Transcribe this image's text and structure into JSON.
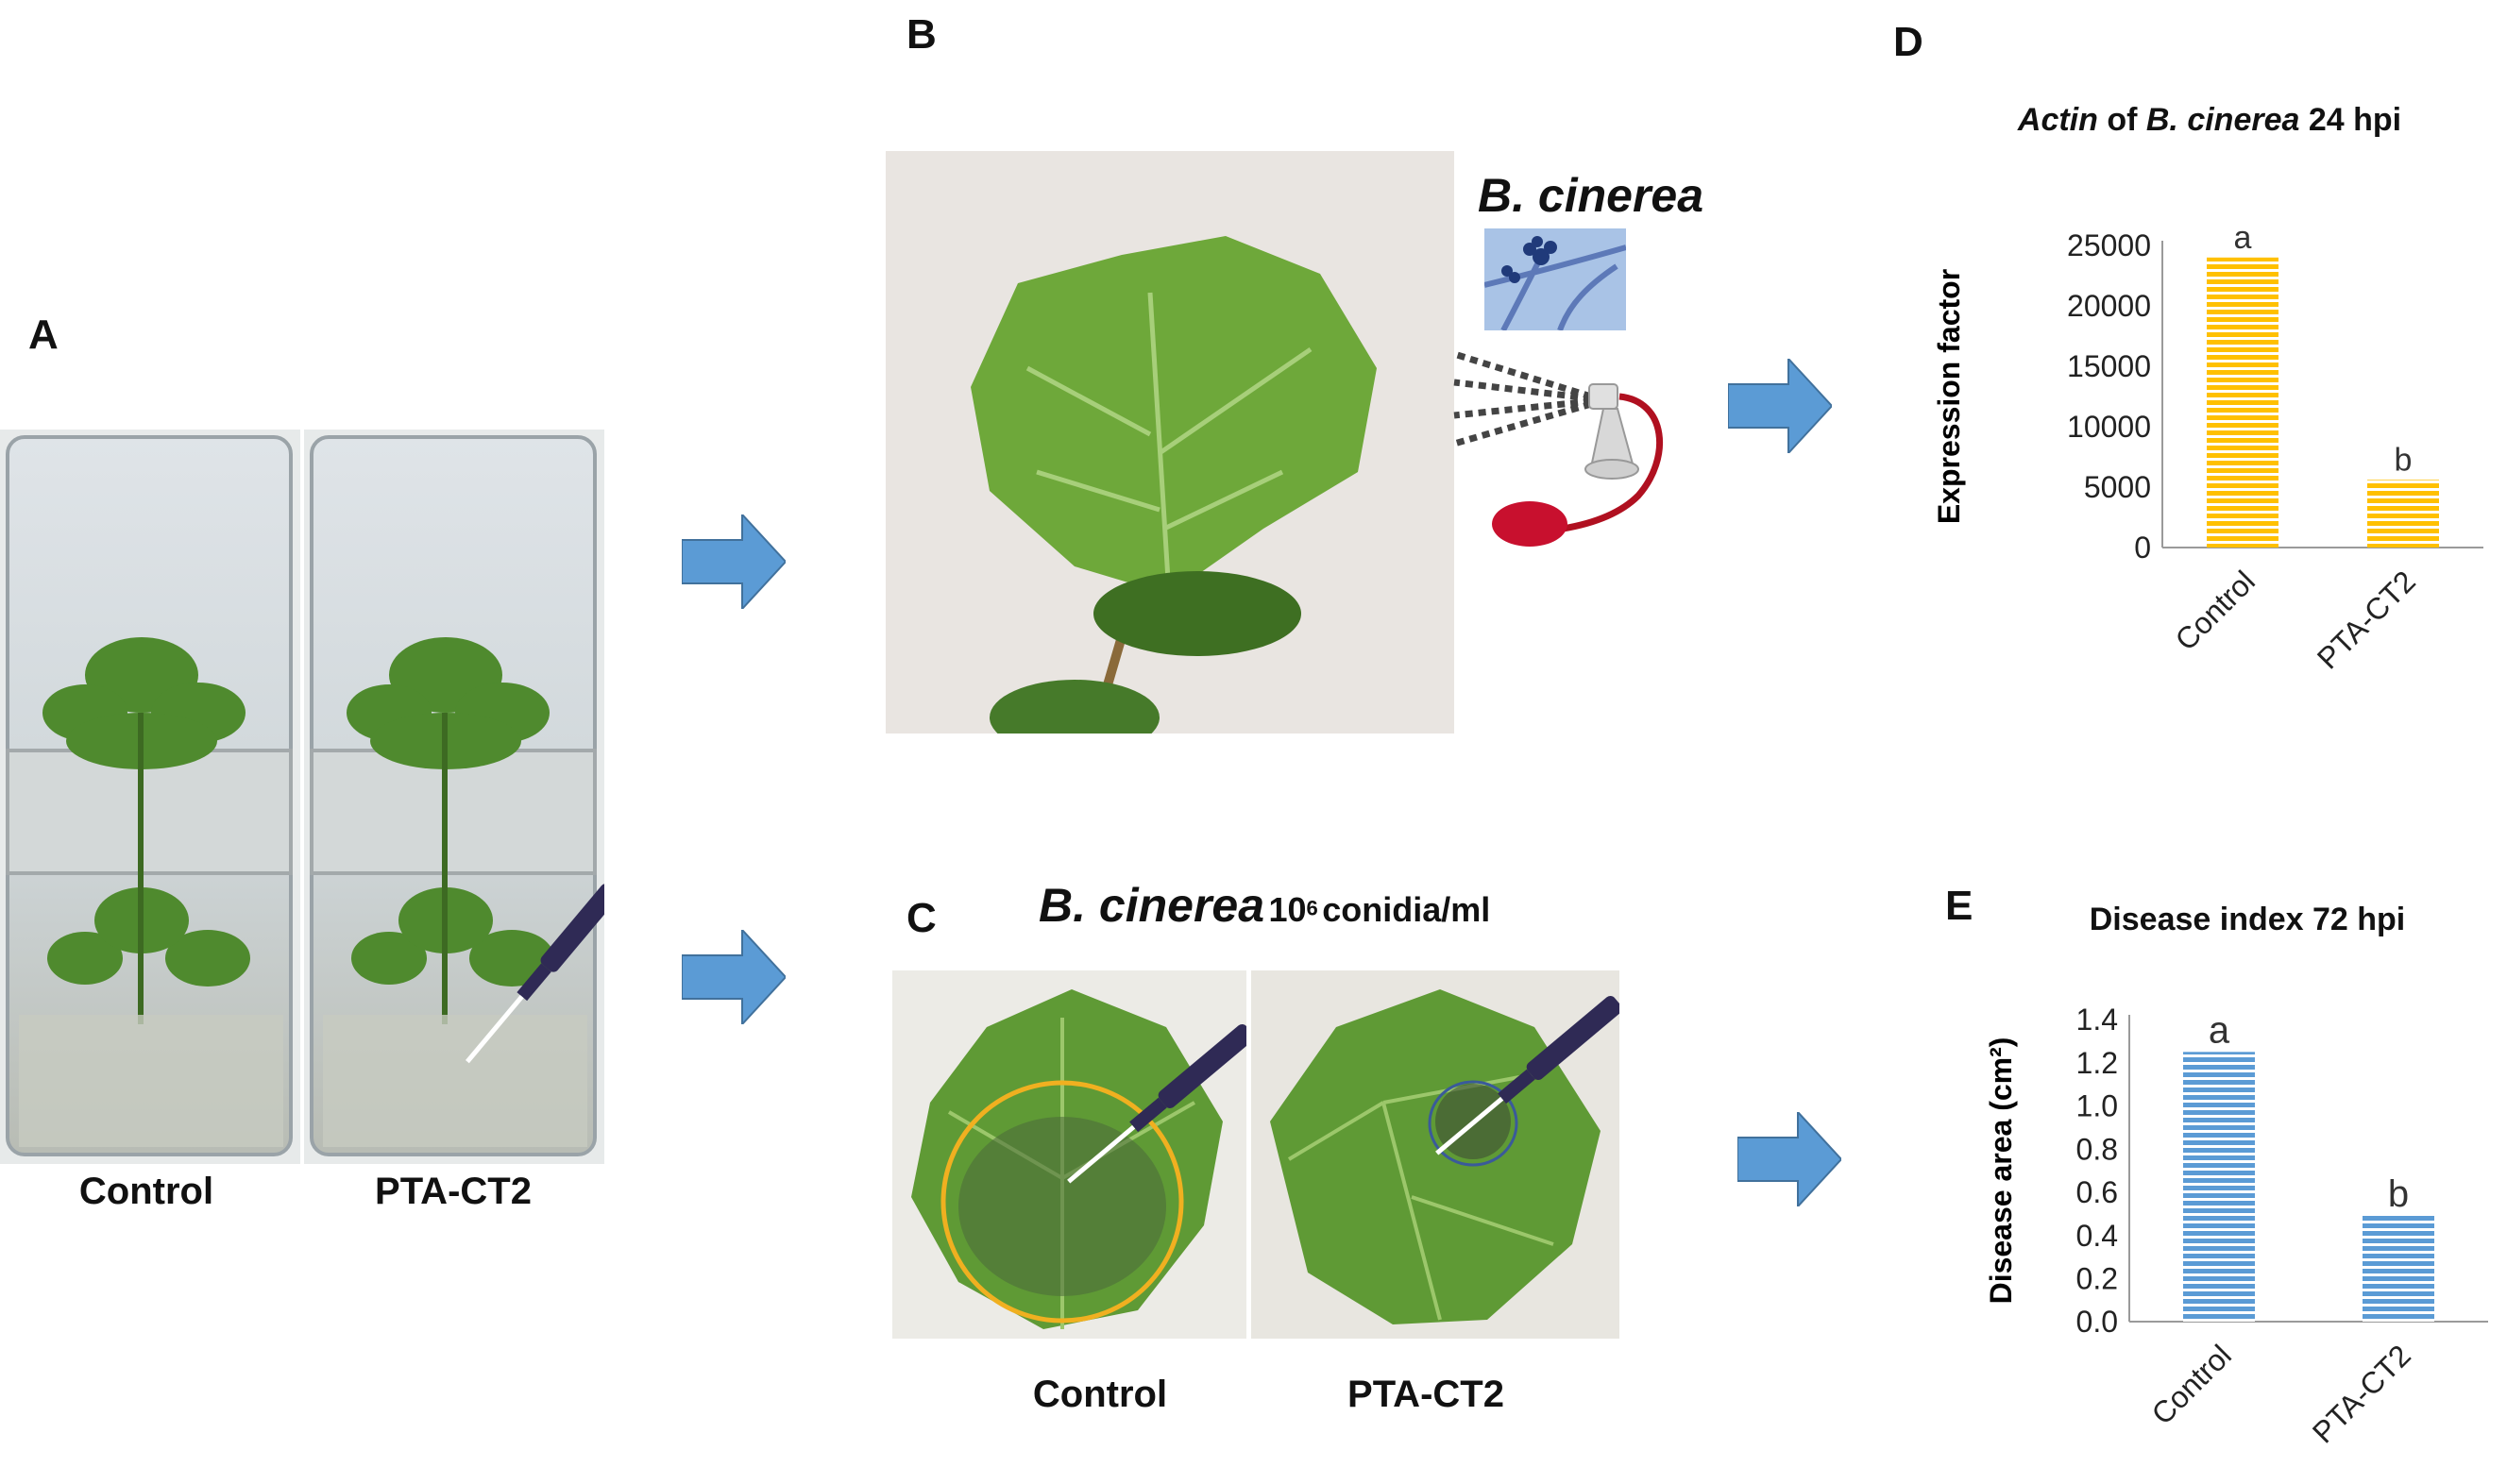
{
  "panels": {
    "a": {
      "letter": "A",
      "labels": [
        "Control",
        "PTA-CT2"
      ]
    },
    "b": {
      "letter": "B",
      "pathogen": "B. cinerea"
    },
    "c": {
      "letter": "C",
      "pathogen": "B. cinerea",
      "dose_prefix": "10",
      "dose_exp": "6",
      "dose_suffix": "conidia/ml",
      "labels": [
        "Control",
        "PTA-CT2"
      ]
    },
    "d": {
      "letter": "D",
      "title_italic": "Actin",
      "title_mid": " of ",
      "title_italic2": "B. cinerea",
      "title_end": " 24 hpi",
      "ylabel": "Expression factor"
    },
    "e": {
      "letter": "E",
      "title": "Disease index 72 hpi",
      "ylabel": "Disease area (cm²)"
    }
  },
  "colors": {
    "arrow": "#5b9bd5",
    "bar_d": "#ffc000",
    "bar_e": "#5b9bd5",
    "circle_control": "#f0b020",
    "circle_pta": "#3a5a9a"
  },
  "chart_data": [
    {
      "type": "bar",
      "title": "Actin of B. cinerea 24 hpi",
      "xlabel": "",
      "ylabel": "Expression factor",
      "categories": [
        "Control",
        "PTA-CT2"
      ],
      "values": [
        24000,
        5600
      ],
      "annotations": [
        "a",
        "b"
      ],
      "ylim": [
        0,
        25000
      ],
      "yticks": [
        "0",
        "5000",
        "10000",
        "15000",
        "20000",
        "25000"
      ],
      "tick_values": [
        0,
        5000,
        10000,
        15000,
        20000,
        25000
      ]
    },
    {
      "type": "bar",
      "title": "Disease index 72 hpi",
      "xlabel": "",
      "ylabel": "Disease area (cm²)",
      "categories": [
        "Control",
        "PTA-CT2"
      ],
      "values": [
        1.25,
        0.49
      ],
      "annotations": [
        "a",
        "b"
      ],
      "ylim": [
        0,
        1.4
      ],
      "yticks": [
        "0.0",
        "0.2",
        "0.4",
        "0.6",
        "0.8",
        "1.0",
        "1.2",
        "1.4"
      ],
      "tick_values": [
        0,
        0.2,
        0.4,
        0.6,
        0.8,
        1.0,
        1.2,
        1.4
      ]
    }
  ]
}
